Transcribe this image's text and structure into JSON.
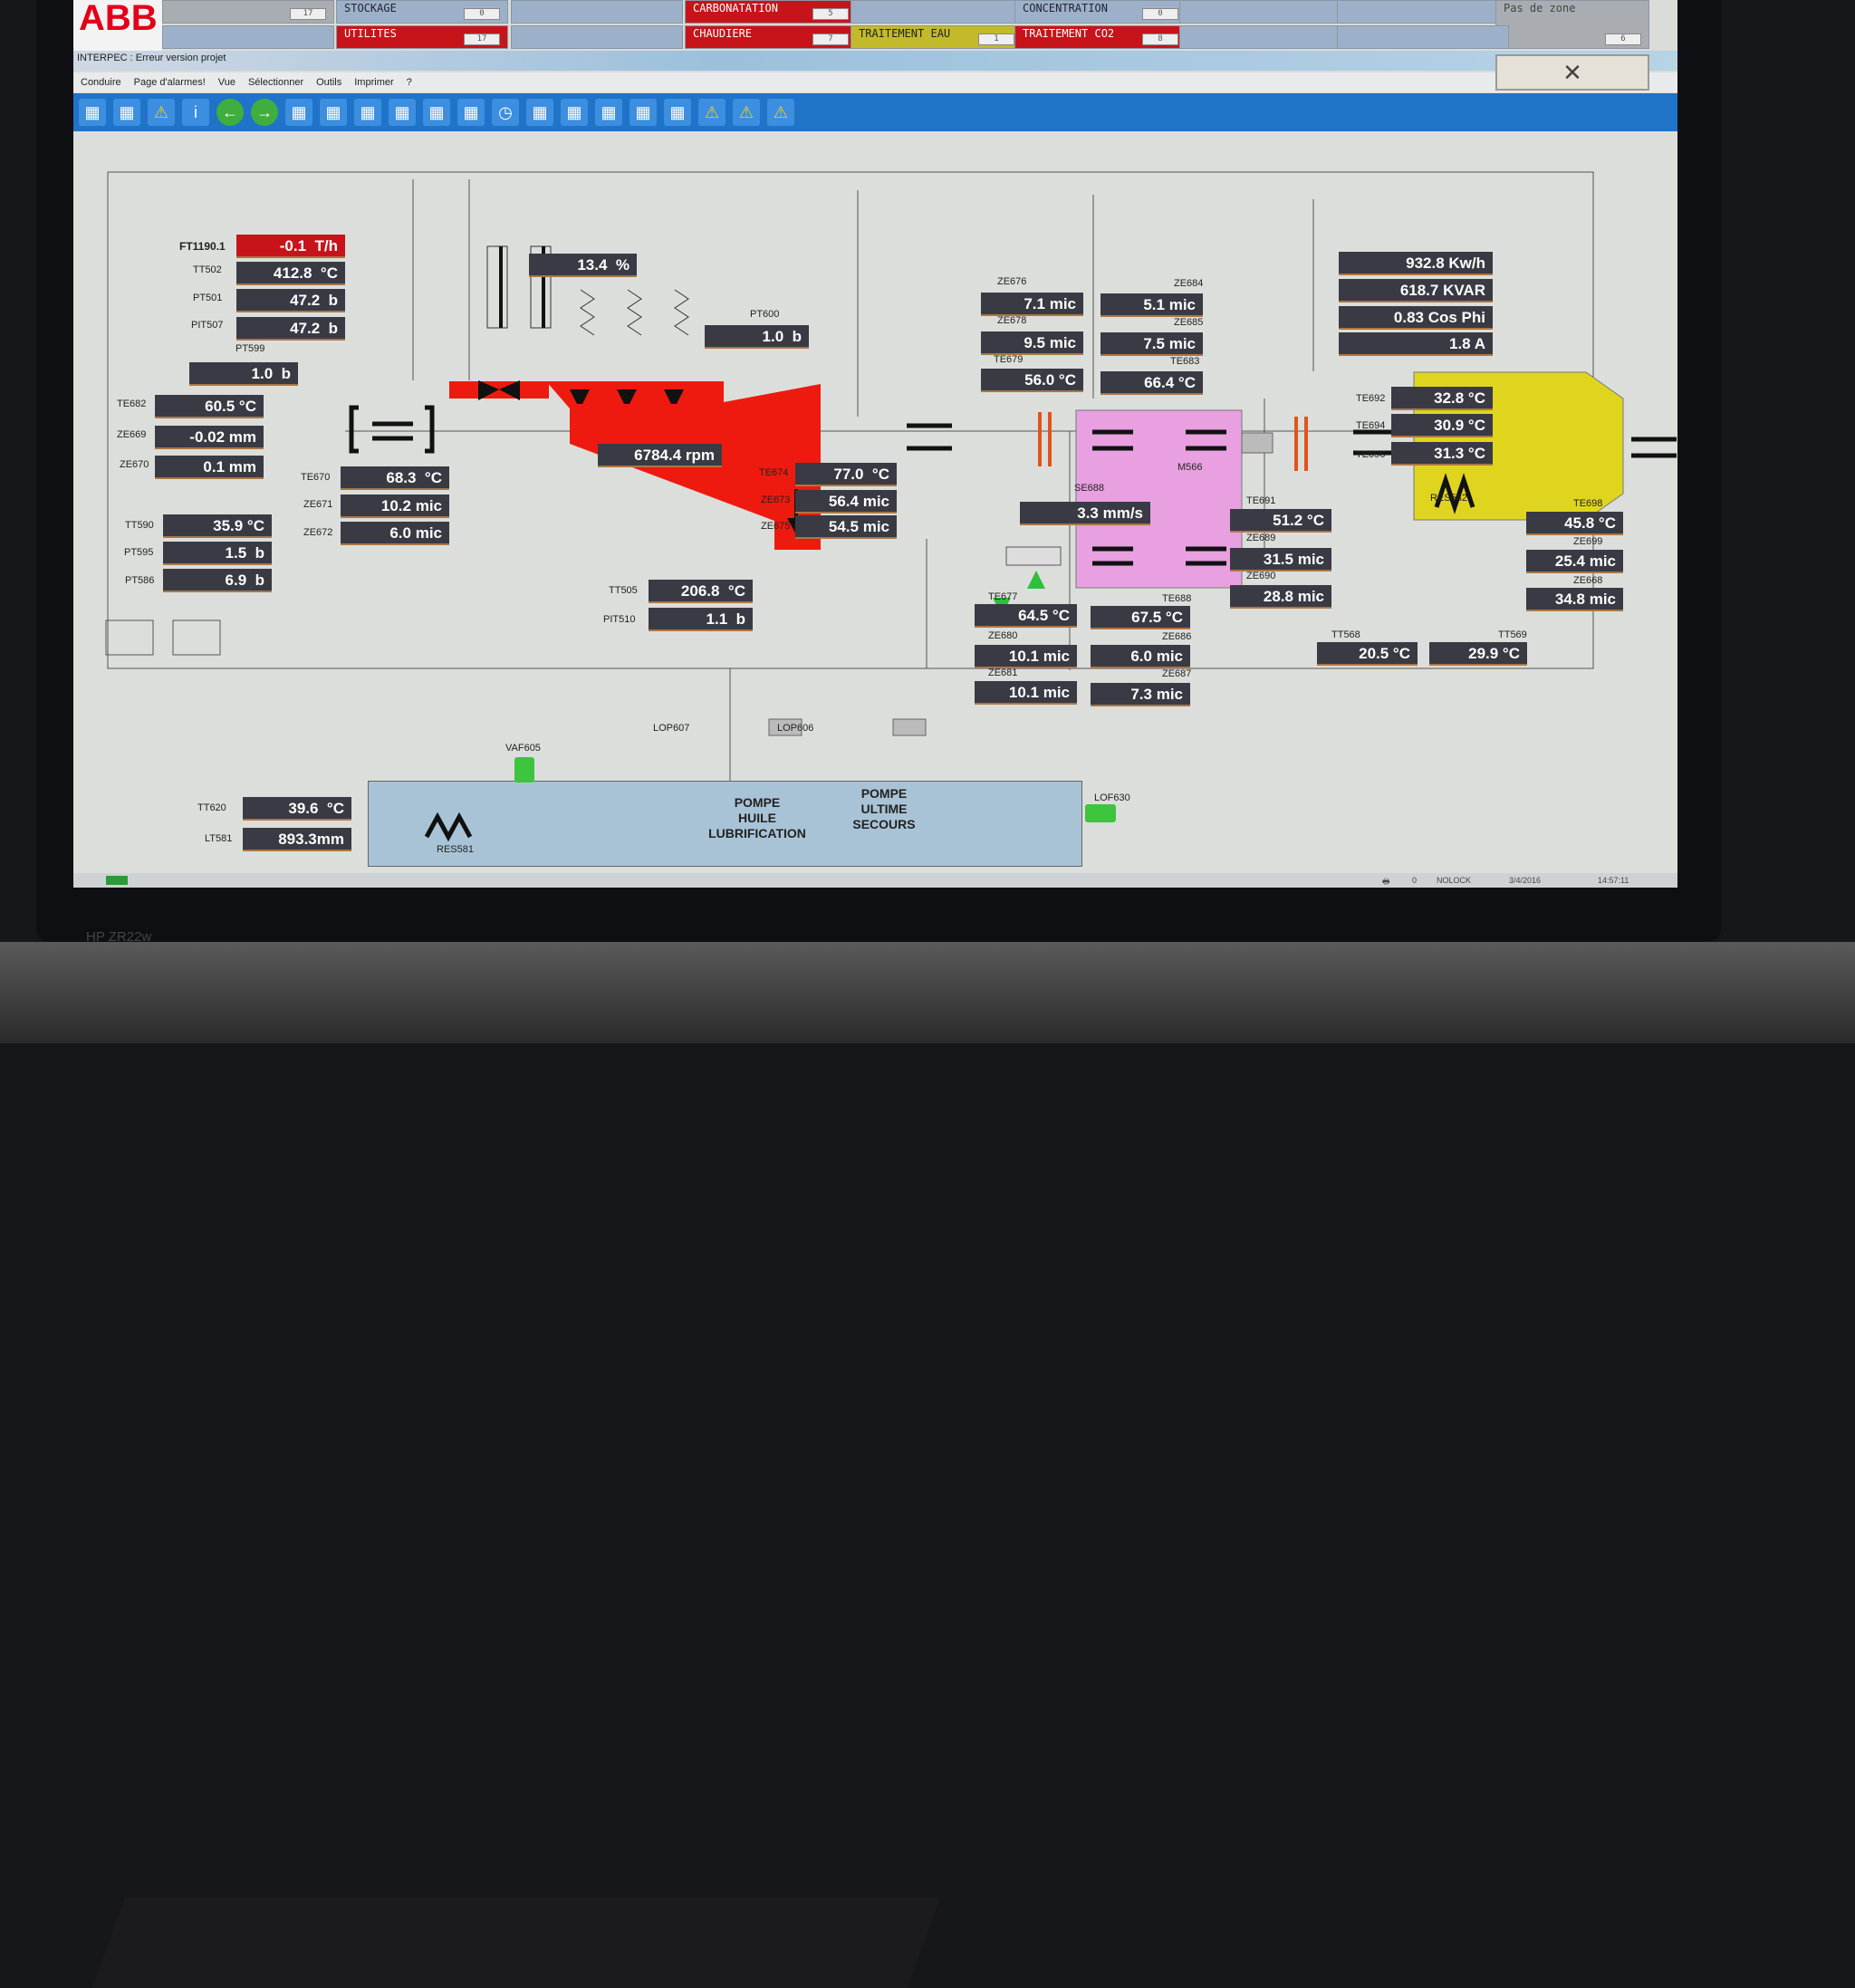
{
  "brand_logo": "ABB",
  "monitor_label": "HP ZR22w",
  "alarm_tiles": [
    {
      "label": "",
      "count": "17",
      "color": "gray"
    },
    {
      "label": "STOCKAGE",
      "count": "0",
      "color": "blue"
    },
    {
      "label": "",
      "count": "",
      "color": "blue"
    },
    {
      "label": "CARBONATATION",
      "count": "5",
      "color": "red"
    },
    {
      "label": "",
      "count": "",
      "color": "blue"
    },
    {
      "label": "CONCENTRATION",
      "count": "0",
      "color": "blue"
    },
    {
      "label": "",
      "count": "",
      "color": "blue"
    },
    {
      "label": "",
      "count": "",
      "color": "blue"
    },
    {
      "label": "Pas de zone",
      "count": "6",
      "color": "gray"
    },
    {
      "label": "",
      "count": "",
      "color": "blue"
    },
    {
      "label": "UTILITES",
      "count": "17",
      "color": "red"
    },
    {
      "label": "",
      "count": "",
      "color": "blue"
    },
    {
      "label": "CHAUDIERE",
      "count": "7",
      "color": "red"
    },
    {
      "label": "TRAITEMENT EAU",
      "count": "1",
      "color": "yellow"
    },
    {
      "label": "TRAITEMENT CO2",
      "count": "8",
      "color": "red"
    },
    {
      "label": "",
      "count": "",
      "color": "blue"
    },
    {
      "label": "",
      "count": "",
      "color": "blue"
    }
  ],
  "window_title": "INTERPEC : Erreur version projet",
  "menu": [
    "Conduire",
    "Page d'alarmes!",
    "Vue",
    "Sélectionner",
    "Outils",
    "Imprimer",
    "?"
  ],
  "toolbar_icons": [
    "grid-icon",
    "network-icon",
    "warning-icon",
    "info-icon",
    "back-icon",
    "forward-icon",
    "report-icon",
    "chart-icon",
    "table-icon",
    "trend-icon",
    "map-icon",
    "flow-icon",
    "clock-icon",
    "gauge-icon",
    "keyboard-icon",
    "graph-add-icon",
    "windows-icon",
    "tiles-icon",
    "alarm-list-icon",
    "alarm-red-icon",
    "alarm-print-icon"
  ],
  "readings": [
    {
      "tag": "FT1190.1",
      "value": "-0.1  T/h",
      "alarm": true
    },
    {
      "tag": "TT502",
      "value": "412.8  °C"
    },
    {
      "tag": "PT501",
      "value": "47.2  b"
    },
    {
      "tag": "PIT507",
      "value": "47.2  b"
    },
    {
      "tag": "PT599",
      "value": "1.0  b"
    },
    {
      "tag": "TE682",
      "value": "60.5 °C"
    },
    {
      "tag": "ZE669",
      "value": "-0.02 mm"
    },
    {
      "tag": "ZE670",
      "value": "0.1 mm"
    },
    {
      "tag": "TT590",
      "value": "35.9 °C"
    },
    {
      "tag": "PT595",
      "value": "1.5  b"
    },
    {
      "tag": "PT586",
      "value": "6.9  b"
    },
    {
      "tag": "TE670",
      "value": "68.3  °C"
    },
    {
      "tag": "ZE671",
      "value": "10.2 mic"
    },
    {
      "tag": "ZE672",
      "value": "6.0 mic"
    },
    {
      "tag": "",
      "value": "13.4  %"
    },
    {
      "tag": "PT600",
      "value": "1.0  b"
    },
    {
      "tag": "",
      "value": "6784.4 rpm"
    },
    {
      "tag": "TE674",
      "value": "77.0  °C"
    },
    {
      "tag": "ZE673",
      "value": "56.4 mic"
    },
    {
      "tag": "ZE675",
      "value": "54.5 mic"
    },
    {
      "tag": "TT505",
      "value": "206.8  °C"
    },
    {
      "tag": "PIT510",
      "value": "1.1  b"
    },
    {
      "tag": "ZE676",
      "value": "7.1 mic"
    },
    {
      "tag": "ZE678",
      "value": "9.5 mic"
    },
    {
      "tag": "TE679",
      "value": "56.0 °C"
    },
    {
      "tag": "ZE684",
      "value": "5.1 mic"
    },
    {
      "tag": "ZE685",
      "value": "7.5 mic"
    },
    {
      "tag": "TE683",
      "value": "66.4 °C"
    },
    {
      "tag": "SE688",
      "value": "3.3 mm/s"
    },
    {
      "tag": "TE677",
      "value": "64.5 °C"
    },
    {
      "tag": "ZE680",
      "value": "10.1 mic"
    },
    {
      "tag": "ZE681",
      "value": "10.1 mic"
    },
    {
      "tag": "TE688",
      "value": "67.5 °C"
    },
    {
      "tag": "ZE686",
      "value": "6.0 mic"
    },
    {
      "tag": "ZE687",
      "value": "7.3 mic"
    },
    {
      "tag": "TE691",
      "value": "51.2 °C"
    },
    {
      "tag": "ZE689",
      "value": "31.5 mic"
    },
    {
      "tag": "ZE690",
      "value": "28.8 mic"
    },
    {
      "tag": "",
      "value": "932.8 Kw/h"
    },
    {
      "tag": "",
      "value": "618.7 KVAR"
    },
    {
      "tag": "",
      "value": "0.83 Cos Phi"
    },
    {
      "tag": "",
      "value": "1.8 A"
    },
    {
      "tag": "TE692",
      "value": "32.8 °C"
    },
    {
      "tag": "TE694",
      "value": "30.9 °C"
    },
    {
      "tag": "TE696",
      "value": "31.3 °C"
    },
    {
      "tag": "TE698",
      "value": "45.8 °C"
    },
    {
      "tag": "ZE699",
      "value": "25.4 mic"
    },
    {
      "tag": "ZE668",
      "value": "34.8 mic"
    },
    {
      "tag": "TT568",
      "value": "20.5 °C"
    },
    {
      "tag": "TT569",
      "value": "29.9 °C"
    },
    {
      "tag": "TT620",
      "value": "39.6  °C"
    },
    {
      "tag": "LT581",
      "value": "893.3mm"
    }
  ],
  "equipment": {
    "m566": "M566",
    "res582": "RES582",
    "res581": "RES581",
    "vaf605": "VAF605",
    "lof630": "LOF630",
    "lop607": "LOP607",
    "lop606": "LOP606",
    "pump_oil": "POMPE\nHUILE\nLUBRIFICATION",
    "pump_emergency": "POMPE\nULTIME\nSECOURS"
  },
  "status_bar": {
    "count": "0",
    "lock": "NOLOCK",
    "date": "3/4/2016",
    "time": "14:57:11"
  },
  "colors": {
    "turbine": "#ee1a0f",
    "gearbox": "#e8a0e0",
    "generator": "#e0d51e",
    "motor_on": "#3ec43e"
  }
}
